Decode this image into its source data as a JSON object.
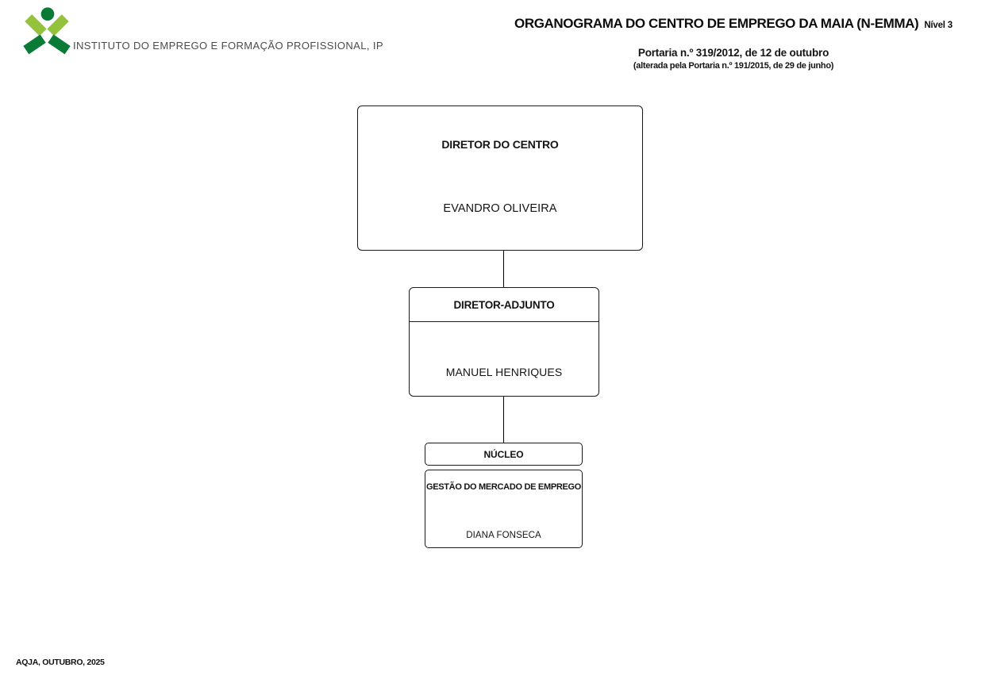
{
  "header": {
    "institute_name": "INSTITUTO DO EMPREGO E FORMAÇÃO PROFISSIONAL, IP",
    "title": "ORGANOGRAMA DO CENTRO DE EMPREGO DA MAIA (N-EMMA)",
    "level_label": "Nível 3",
    "ordinance": "Portaria n.º 319/2012, de 12 de outubro",
    "ordinance_amendment": "(alterada pela Portaria n.º 191/2015, de 29 de junho)"
  },
  "org_chart": {
    "root": {
      "title": "DIRETOR DO CENTRO",
      "name": "EVANDRO OLIVEIRA"
    },
    "deputy": {
      "title": "DIRETOR-ADJUNTO",
      "name": "MANUEL HENRIQUES"
    },
    "nucleo_header": "NÚCLEO",
    "units": [
      {
        "title": "GESTÃO DO MERCADO DE EMPREGO",
        "name": "DIANA FONSECA"
      }
    ]
  },
  "footer": {
    "caption": "AQJA, OUTUBRO, 2025"
  },
  "colors": {
    "logo_light_green": "#94c23d",
    "logo_dark_green": "#0a7b37",
    "institute_text_gray": "#4b4b4d",
    "line_black": "#1a1a1a"
  }
}
